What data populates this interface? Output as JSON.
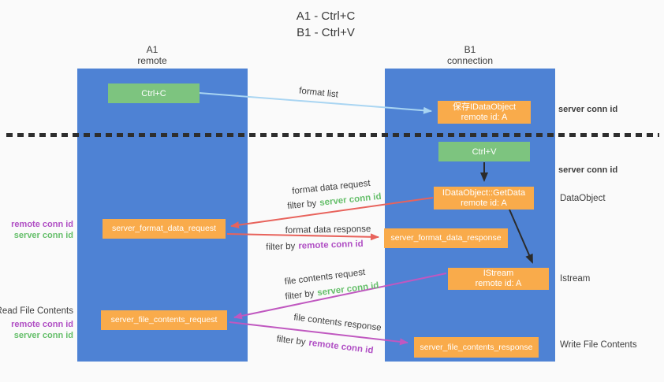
{
  "title": {
    "line1": "A1 - Ctrl+C",
    "line2": "B1 - Ctrl+V"
  },
  "lanes": {
    "left": {
      "name": "A1",
      "role": "remote"
    },
    "right": {
      "name": "B1",
      "role": "connection"
    }
  },
  "boxes": {
    "ctrl_c": {
      "label": "Ctrl+C"
    },
    "save_idataobject": {
      "line1": "保存IDataObject",
      "line2": "remote id: A"
    },
    "ctrl_v": {
      "label": "Ctrl+V"
    },
    "getdata": {
      "line1": "IDataObject::GetData",
      "line2": "remote id: A"
    },
    "server_format_data_request": {
      "label": "server_format_data_request"
    },
    "server_format_data_response": {
      "label": "server_format_data_response"
    },
    "istream": {
      "line1": "IStream",
      "line2": "remote id: A"
    },
    "server_file_contents_request": {
      "label": "server_file_contents_request"
    },
    "server_file_contents_response": {
      "label": "server_file_contents_response"
    }
  },
  "flow_labels": {
    "format_list": "format list",
    "format_data_request": "format data request",
    "format_data_response": "format data response",
    "file_contents_request": "file contents request",
    "file_contents_response": "file contents response",
    "filter_by": "filter by",
    "server_conn_id": "server conn id",
    "remote_conn_id": "remote conn id"
  },
  "right_labels": {
    "server_conn_id_top": "server conn id",
    "server_conn_id_mid": "server conn id",
    "dataobject": "DataObject",
    "istream": "Istream",
    "write_file_contents": "Write File Contents"
  },
  "left_labels": {
    "block1": {
      "line1": "remote conn id",
      "line2": "server conn id"
    },
    "block2": {
      "title": "Read File Contents",
      "line1": "remote conn id",
      "line2": "server conn id"
    }
  },
  "colors": {
    "lane_blue": "#4e82d4",
    "box_green": "#7dc47f",
    "box_orange": "#f9ab4b",
    "label_green": "#66bf6b",
    "label_purple": "#b04fc4",
    "arrow_blue": "#a9d5f2",
    "arrow_red": "#e8635c",
    "arrow_magenta": "#c058c0",
    "arrow_black": "#2b2b2b",
    "dash_black": "#2e2e2e"
  }
}
